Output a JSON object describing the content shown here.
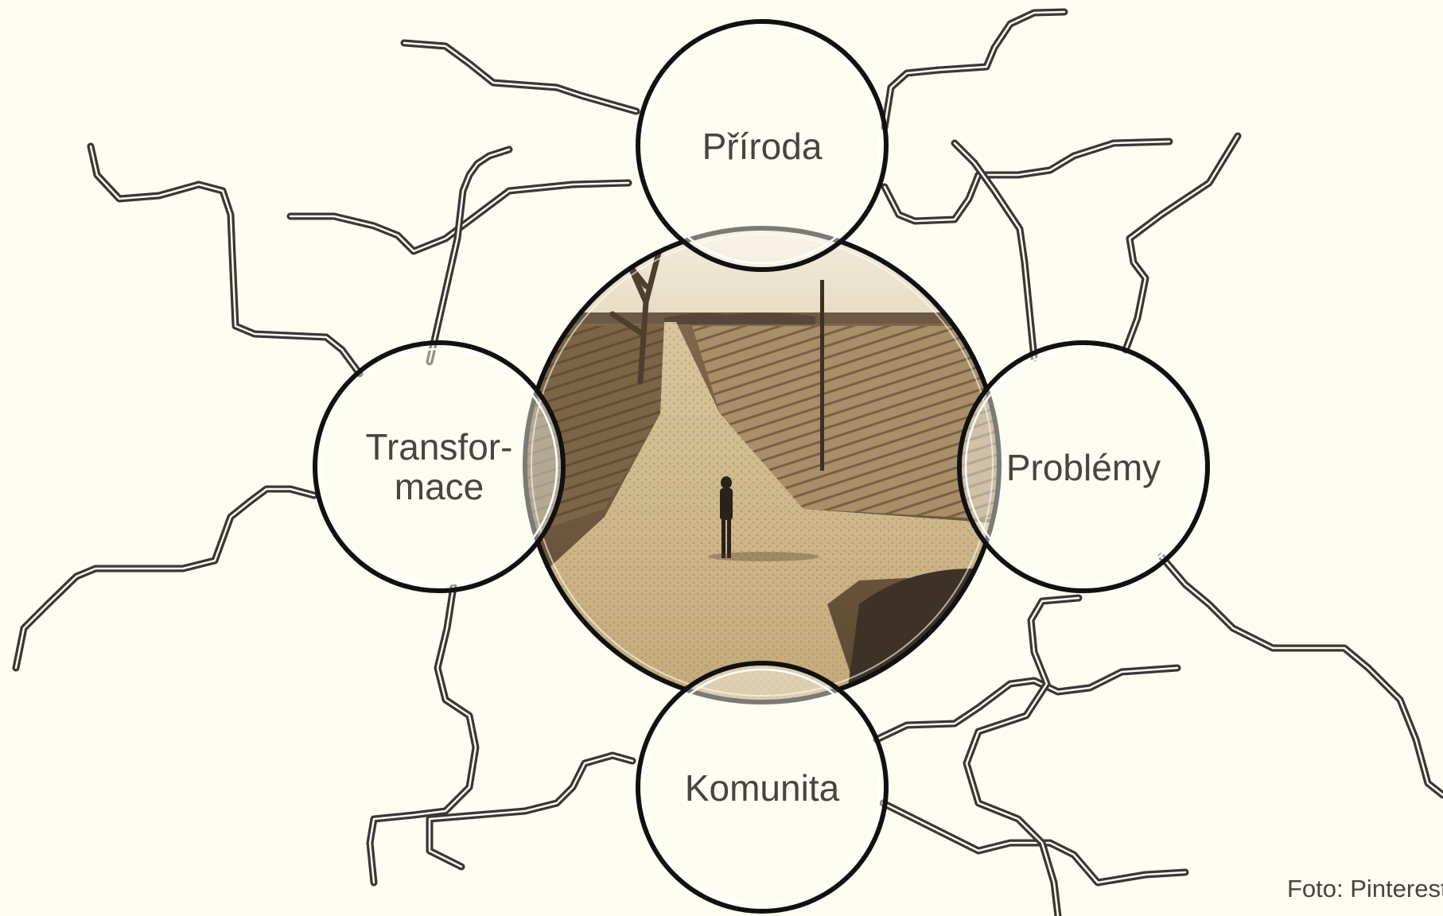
{
  "diagram": {
    "center_image": "sepia photo of a lone man standing where a dirt road forks across open fields, bare tree on the left, utility pole on the right",
    "nodes": {
      "top": "Příroda",
      "left_line1": "Transfor-",
      "left_line2": "mace",
      "right": "Problémy",
      "bottom": "Komunita"
    },
    "credit": "Foto: Pinterest"
  },
  "colors": {
    "background": "#fdfdf1",
    "stroke": "#111111",
    "road": "#3d3633",
    "text": "#4a4340",
    "sepia_light": "#e8d8b2",
    "sepia_dark": "#5a4630"
  }
}
